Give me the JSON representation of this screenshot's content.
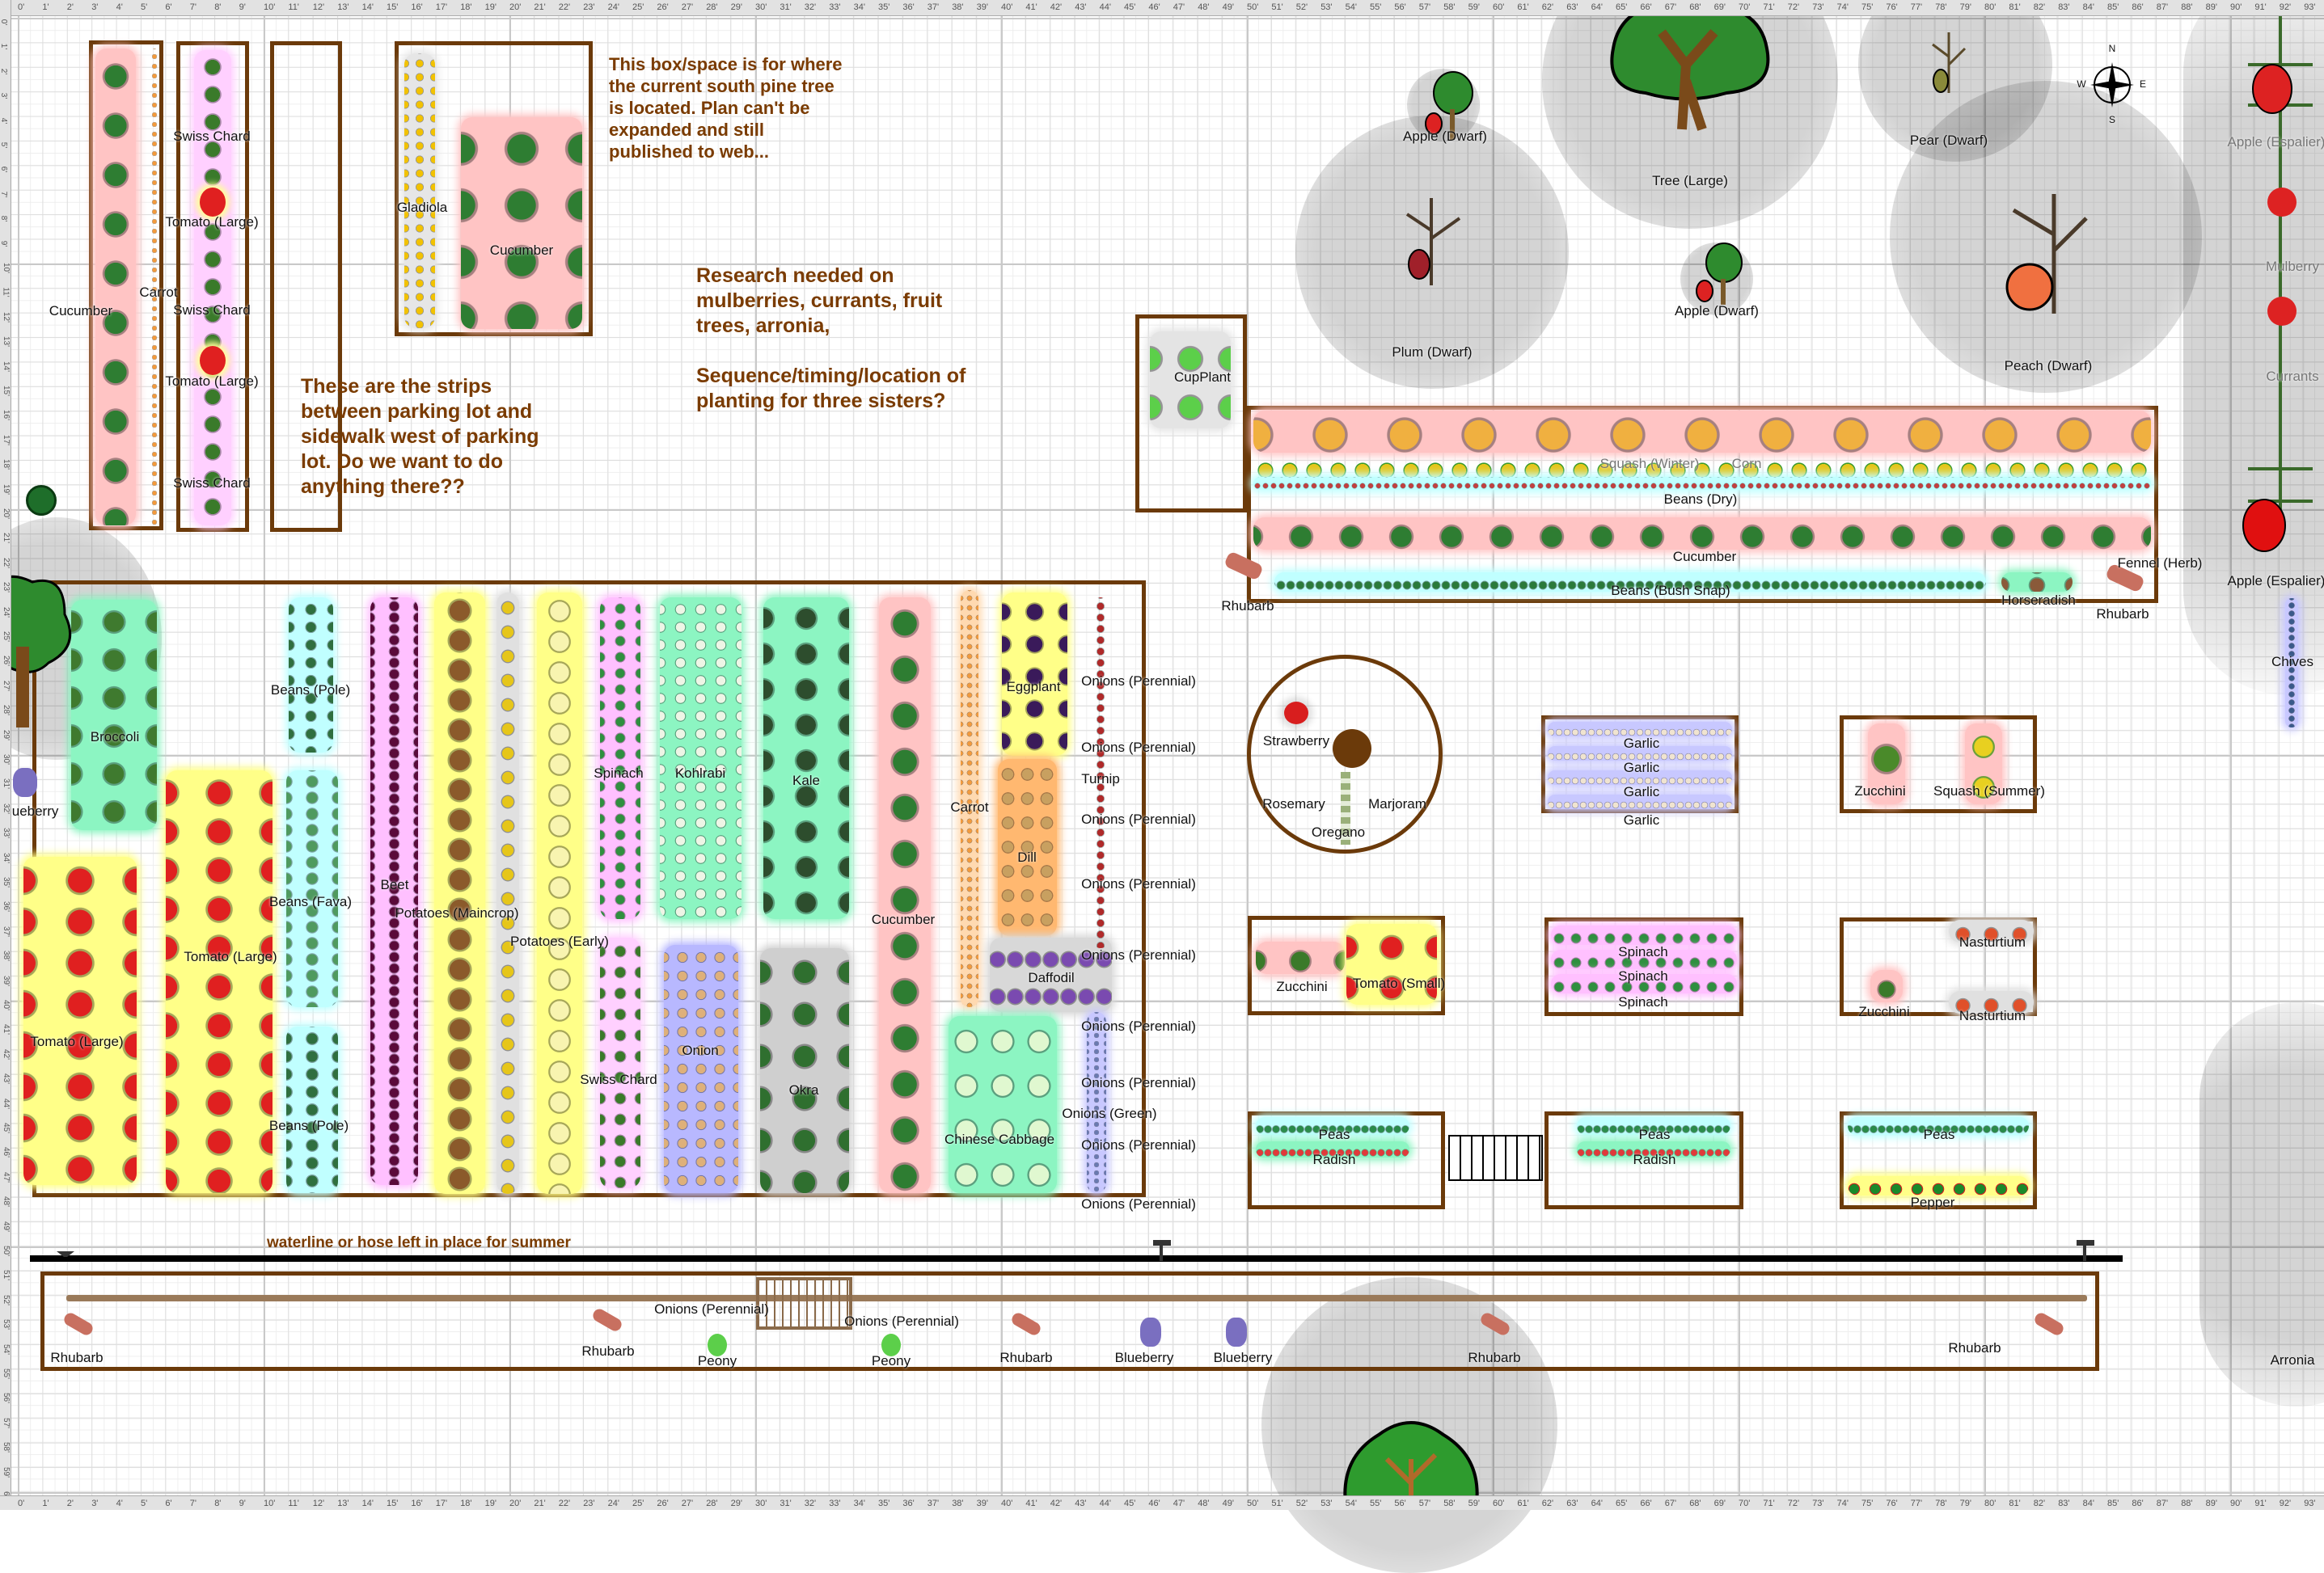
{
  "ruler": {
    "unit": "'",
    "top_max": 93,
    "left_max": 60
  },
  "compass": {
    "n": "N",
    "e": "E",
    "s": "S",
    "w": "W"
  },
  "notes": {
    "pine_tree": [
      "This box/space is for where",
      "the current south pine tree",
      "is located.  Plan can't be",
      "expanded and still",
      "published to web..."
    ],
    "strips": [
      "These are the strips",
      "between parking lot and",
      "sidewalk west of parking",
      "lot.  Do we want to do",
      "anything there??"
    ],
    "research": [
      "Research needed on",
      "mulberries, currants, fruit",
      "trees, arronia,",
      "",
      "Sequence/timing/location of",
      "planting for three sisters?"
    ],
    "waterline": "waterline or hose left in place for summer"
  },
  "top_left_beds": {
    "labels": [
      "Cucumber",
      "Carrot",
      "Swiss Chard",
      "Tomato (Large)",
      "Swiss Chard",
      "Tomato (Large)",
      "Swiss Chard",
      "Gladiola",
      "Cucumber"
    ]
  },
  "main_bed": {
    "labels": [
      "Broccoli",
      "Blueberry",
      "Tomato (Large)",
      "Tomato (Large)",
      "Beans (Pole)",
      "Beans (Fava)",
      "Beans (Pole)",
      "Beet",
      "Potatoes (Maincrop)",
      "Potatoes (Early)",
      "Spinach",
      "Kohlrabi",
      "Kale",
      "Cucumber",
      "Carrot",
      "Eggplant",
      "Turnip",
      "Dill",
      "Daffodil",
      "Swiss Chard",
      "Onion",
      "Okra",
      "Chinese Cabbage",
      "Onions (Green)"
    ],
    "onions_perennial": [
      "Onions (Perennial)",
      "Onions (Perennial)",
      "Onions (Perennial)",
      "Onions (Perennial)",
      "Onions (Perennial)",
      "Onions (Perennial)",
      "Onions (Perennial)",
      "Onions (Perennial)",
      "Onions (Perennial)"
    ]
  },
  "trees": {
    "labels": [
      "Apple (Dwarf)",
      "Tree (Large)",
      "Pear (Dwarf)",
      "Plum (Dwarf)",
      "Apple (Dwarf)",
      "Peach (Dwarf)",
      "Apple (Espalier)",
      "Mulberry",
      "Currants",
      "Apple (Espalier)",
      "Chives",
      "Arronia"
    ]
  },
  "three_sisters": {
    "labels": [
      "CupPlant",
      "Squash (Winter)",
      "Corn",
      "Beans (Dry)",
      "Cucumber",
      "Beans (Bush Snap)",
      "Horseradish",
      "Fennel (Herb)",
      "Rhubarb",
      "Rhubarb"
    ]
  },
  "herb_circle": {
    "labels": [
      "Strawberry",
      "Rosemary",
      "Oregano",
      "Marjoram"
    ]
  },
  "small_beds": {
    "garlic": [
      "Garlic",
      "Garlic",
      "Garlic",
      "Garlic"
    ],
    "zucchini_squash": [
      "Zucchini",
      "Squash (Summer)"
    ],
    "zucchini_tomato": [
      "Zucchini",
      "Tomato (Small)"
    ],
    "spinach": [
      "Spinach",
      "Spinach",
      "Spinach"
    ],
    "nasturtium": [
      "Nasturtium",
      "Zucchini",
      "Nasturtium"
    ],
    "peas_radish_1": [
      "Peas",
      "Radish"
    ],
    "peas_radish_2": [
      "Peas",
      "Radish"
    ],
    "peas_pepper": [
      "Peas",
      "Pepper"
    ]
  },
  "bottom_strip": {
    "labels": [
      "Rhubarb",
      "Rhubarb",
      "Onions (Perennial)",
      "Onions (Perennial)",
      "Peony",
      "Peony",
      "Rhubarb",
      "Blueberry",
      "Blueberry",
      "Rhubarb",
      "Rhubarb"
    ]
  },
  "colors": {
    "bed_border": "#6b3a0a",
    "note_text": "#7a3b00"
  }
}
